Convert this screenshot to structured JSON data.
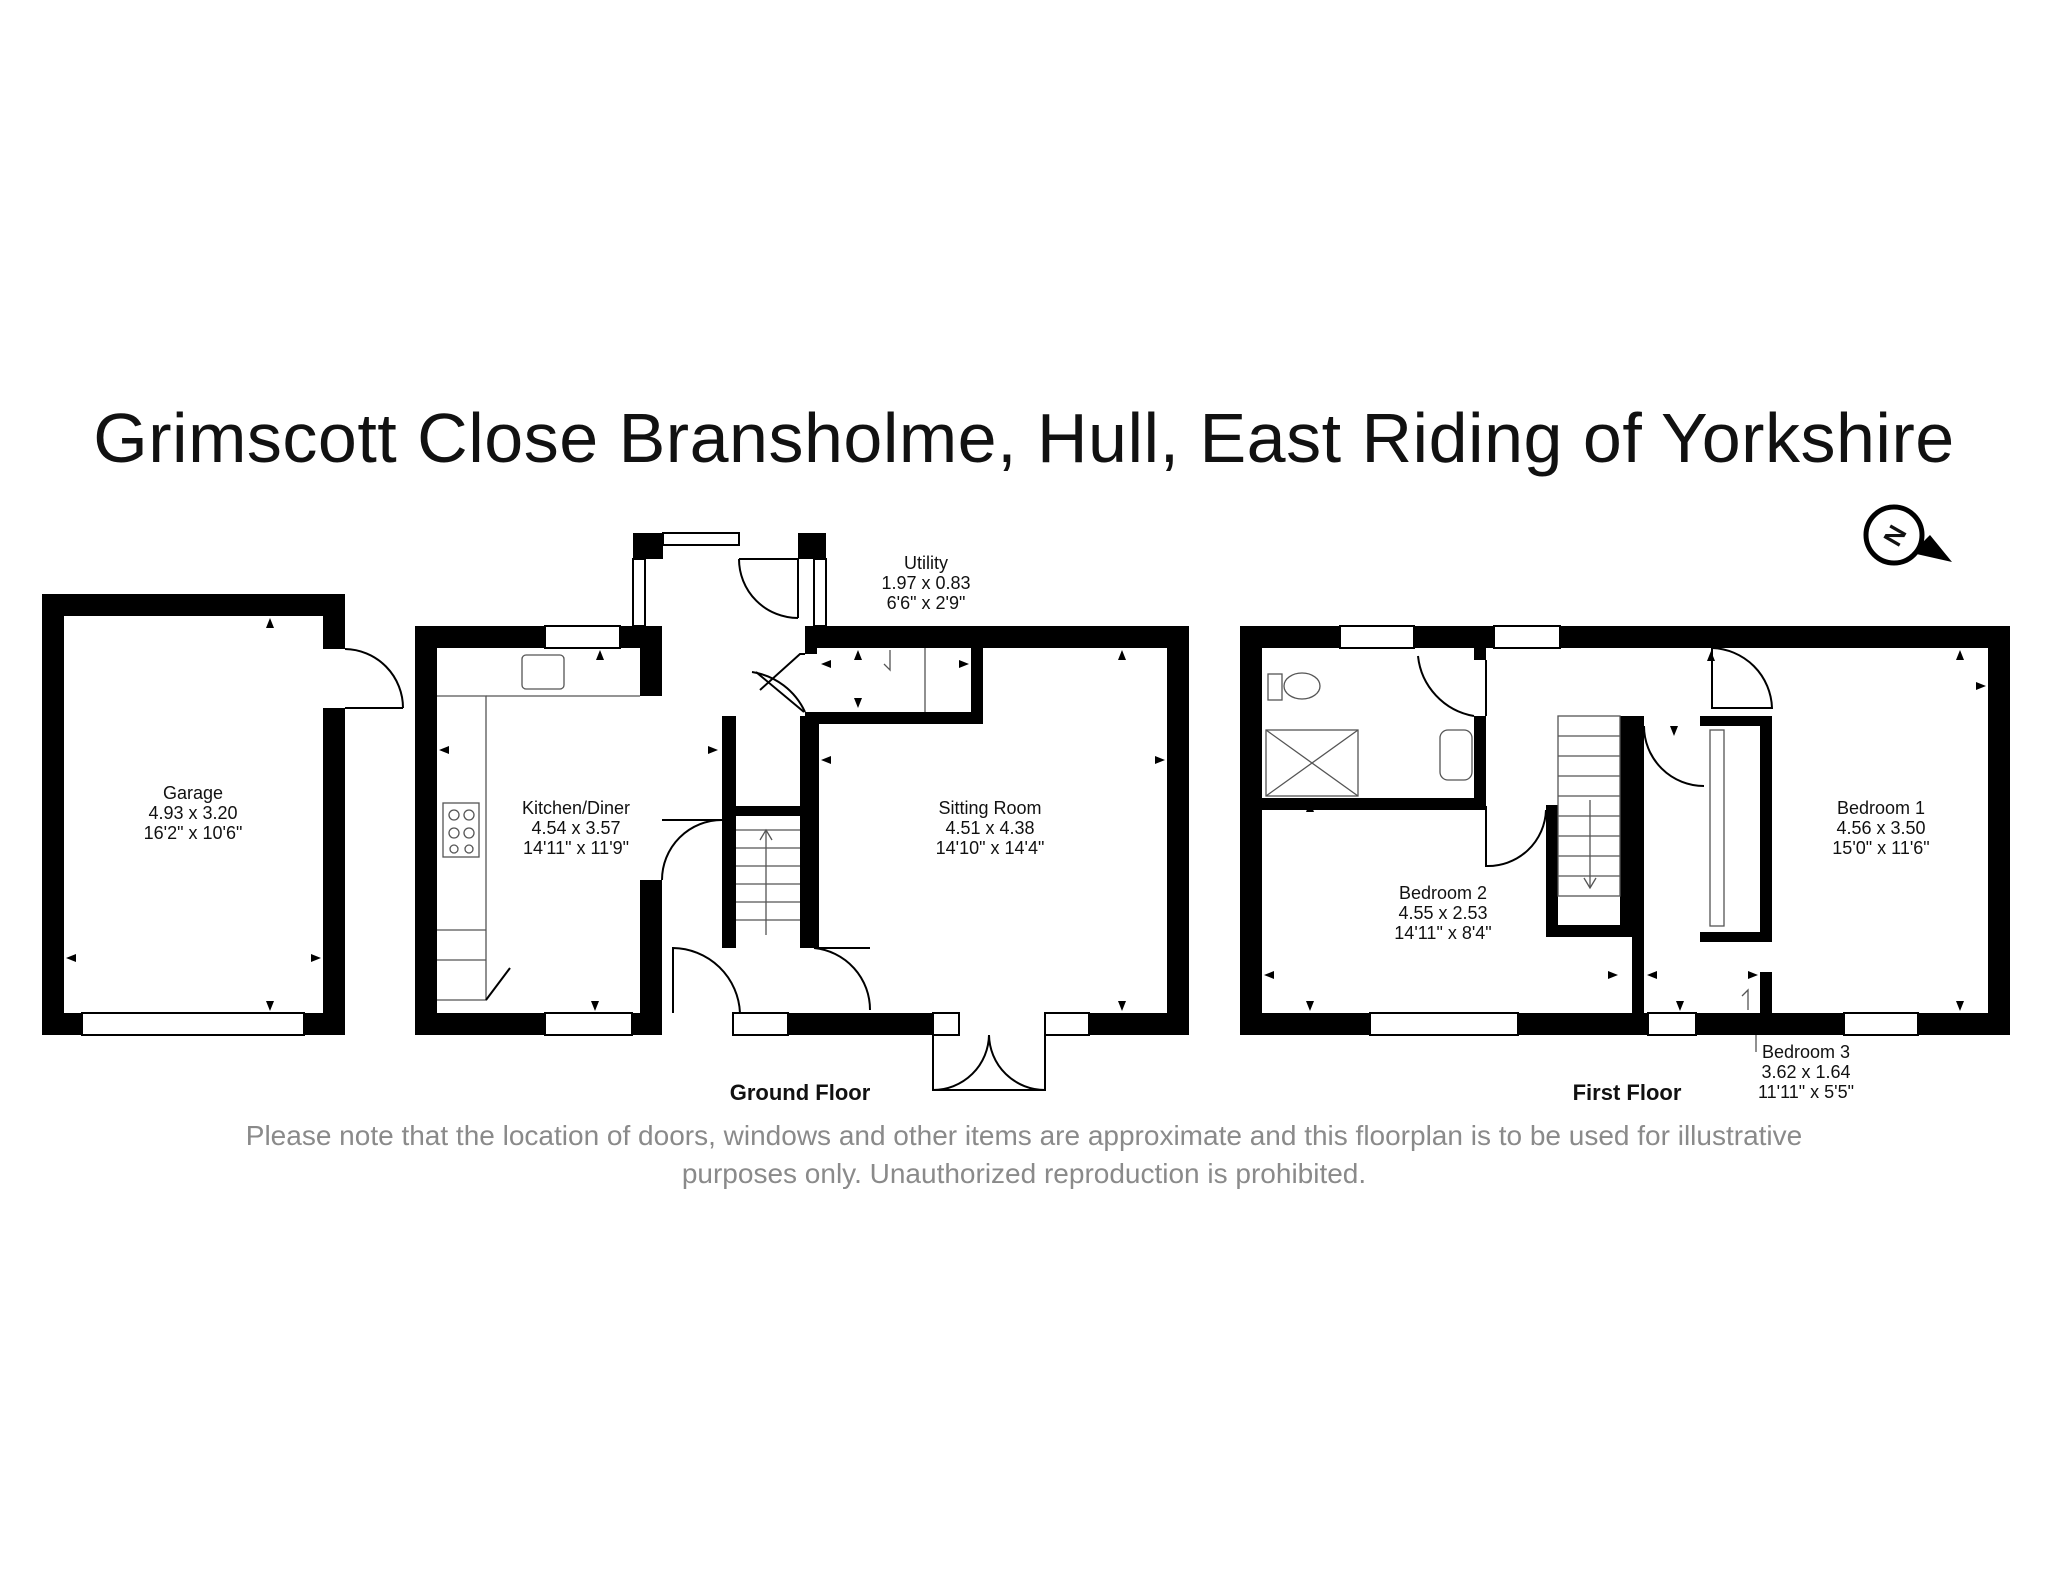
{
  "title": "Grimscott Close Bransholme, Hull, East Riding of Yorkshire",
  "compass": {
    "letter": "N",
    "icon": "north-compass-icon"
  },
  "floors": {
    "ground": "Ground Floor",
    "first": "First Floor"
  },
  "rooms": {
    "garage": {
      "name": "Garage",
      "metric": "4.93 x 3.20",
      "imperial": "16'2\" x 10'6\""
    },
    "kitchen": {
      "name": "Kitchen/Diner",
      "metric": "4.54 x 3.57",
      "imperial": "14'11\" x 11'9\""
    },
    "utility": {
      "name": "Utility",
      "metric": "1.97 x 0.83",
      "imperial": "6'6\" x 2'9\""
    },
    "sitting": {
      "name": "Sitting Room",
      "metric": "4.51 x 4.38",
      "imperial": "14'10\" x 14'4\""
    },
    "bedroom1": {
      "name": "Bedroom 1",
      "metric": "4.56 x 3.50",
      "imperial": "15'0\" x 11'6\""
    },
    "bedroom2": {
      "name": "Bedroom 2",
      "metric": "4.55 x 2.53",
      "imperial": "14'11\" x 8'4\""
    },
    "bedroom3": {
      "name": "Bedroom 3",
      "metric": "3.62 x 1.64",
      "imperial": "11'11\" x 5'5\""
    }
  },
  "disclaimer": {
    "line1": "Please note that the location of doors, windows and other items are approximate and this floorplan is to be used for illustrative",
    "line2": "purposes only. Unauthorized reproduction is prohibited."
  }
}
